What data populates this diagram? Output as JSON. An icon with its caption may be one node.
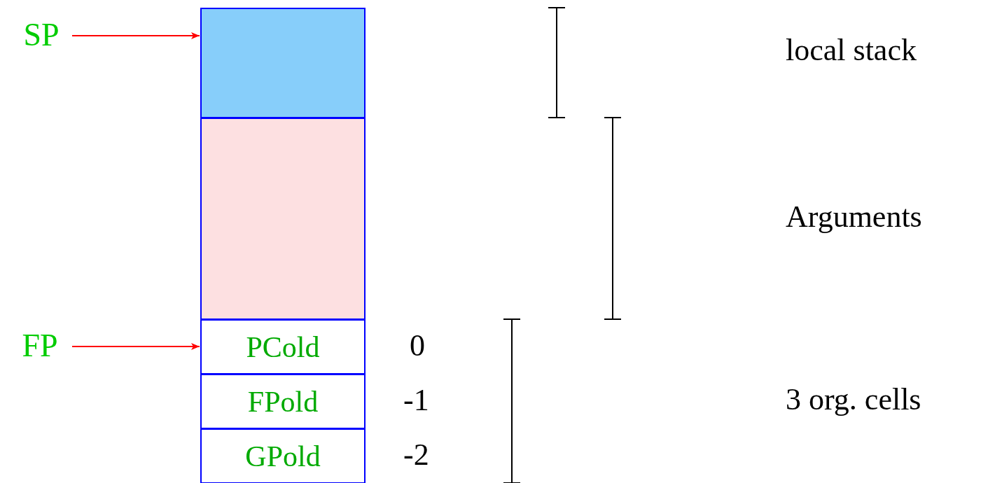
{
  "diagram": {
    "nodes": [
      {
        "text": [
          "SP"
        ]
      },
      {
        "text": [],
        "shape": "box"
      },
      {
        "text": [],
        "shape": "box"
      },
      {
        "text": [
          "FP"
        ]
      },
      {
        "text": [
          "PCold"
        ]
      },
      {
        "text": [
          "FPold"
        ]
      },
      {
        "text": [
          "GPold"
        ]
      }
    ],
    "edges": [
      {
        "from": 0,
        "to": 1,
        "arrow": "to"
      },
      {
        "from": 3,
        "to": 4,
        "arrow": "to"
      }
    ],
    "labels": [
      "local stack",
      "Arguments",
      "0",
      "3 org. cells",
      "-1",
      "-2"
    ]
  }
}
